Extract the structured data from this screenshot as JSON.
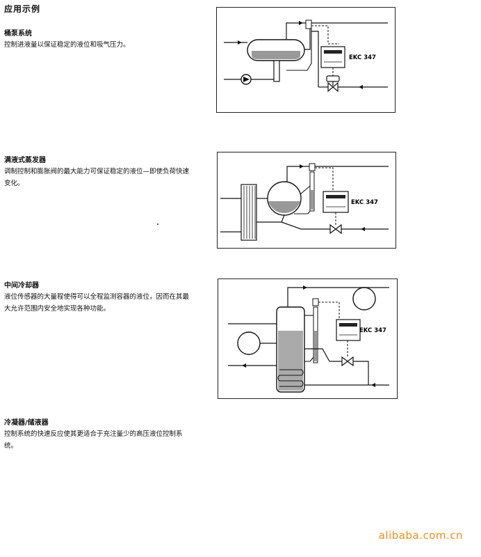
{
  "page": {
    "title": "应用示例"
  },
  "sections": [
    {
      "title": "桶泵系统",
      "body": "控制进液量以保证稳定的液位和吸气压力。"
    },
    {
      "title": "满液式蒸发器",
      "body": "调制控制和膨胀阀的最大能力可保证稳定的液位—即使负荷快速变化。"
    },
    {
      "title": "中间冷却器",
      "body": "液位传感器的大量程使得可以全程监测容器的液位，因而在其最大允许范围内安全地实现各种功能。"
    },
    {
      "title": "冷凝器/储液器",
      "body": "控制系统的快速反应使其更适合于充注量少的高压液位控制系统。"
    }
  ],
  "diagrams": [
    {
      "controller_label": "EKC 347"
    },
    {
      "controller_label": "EKC 347"
    },
    {
      "controller_label": "EKC 347"
    }
  ],
  "watermark": "alibaba.com.cn"
}
